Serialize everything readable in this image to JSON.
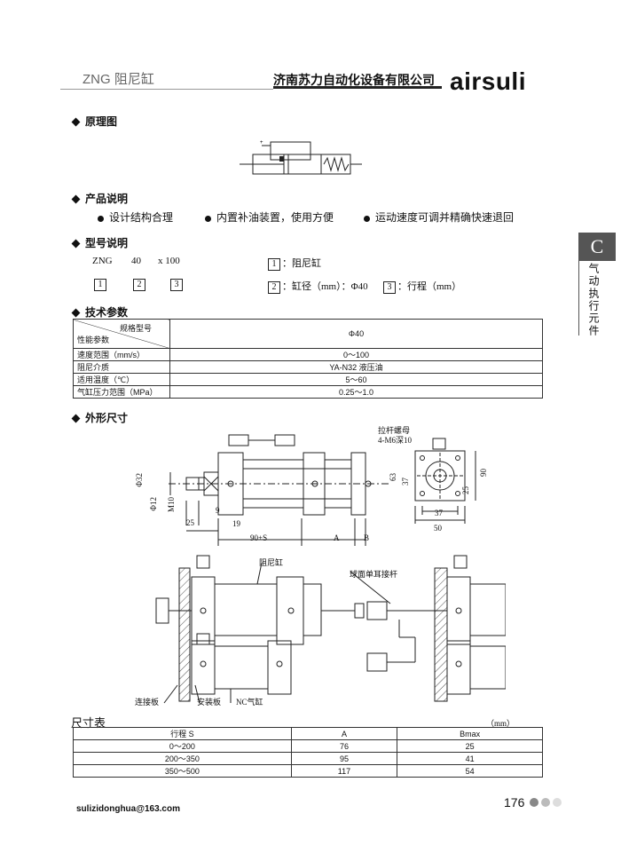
{
  "header": {
    "series": "ZNG 阻尼缸",
    "company": "济南苏力自动化设备有限公司",
    "brand": "airsuli"
  },
  "sections": {
    "principle": "原理图",
    "description": "产品说明",
    "model": "型号说明",
    "tech": "技术参数",
    "outline": "外形尺寸"
  },
  "features": [
    "设计结构合理",
    "内置补油装置，使用方便",
    "运动速度可调并精确快速退回"
  ],
  "model_code": {
    "prefix": "ZNG",
    "bore": "40",
    "stroke": "x 100",
    "box1": "1",
    "box2": "2",
    "box3": "3",
    "legend1": "：阻尼缸",
    "legend2": "：缸径（mm）：Φ40",
    "legend3": "：行程（mm）"
  },
  "side_tab": {
    "letter": "C",
    "text": "气动执行元件"
  },
  "spec_table": {
    "corner_top": "规格型号",
    "corner_bottom": "性能参数",
    "model_value": "Φ40",
    "rows": [
      {
        "label": "速度范围（mm/s）",
        "value": "0～100"
      },
      {
        "label": "阻尼介质",
        "value": "YA-N32 液压油"
      },
      {
        "label": "适用温度（℃）",
        "value": "5～60"
      },
      {
        "label": "气缸压力范围（MPa）",
        "value": "0.25～1.0"
      }
    ]
  },
  "drawing": {
    "dim_phi32": "Φ32",
    "dim_phi12": "Φ12",
    "dim_m10": "M10",
    "dim_9": "9",
    "dim_25": "25",
    "dim_19": "19",
    "dim_90s": "90+S",
    "dim_a": "A",
    "dim_b": "B",
    "rod_thread": "拉杆螺母",
    "thread_spec": "4-M6深10",
    "dim_63": "63",
    "dim_37v": "37",
    "dim_25v": "25",
    "dim_90": "90",
    "dim_37h": "37",
    "dim_50": "50",
    "label_damper": "阻尼缸",
    "label_joint": "球面单耳接杆",
    "label_connect": "连接板",
    "label_mount": "安装板",
    "label_nc": "NC气缸"
  },
  "dim_table": {
    "title": "尺寸表",
    "unit": "（mm）",
    "headers": [
      "行程 S",
      "A",
      "Bmax"
    ],
    "rows": [
      [
        "0～200",
        "76",
        "25"
      ],
      [
        "200～350",
        "95",
        "41"
      ],
      [
        "350～500",
        "117",
        "54"
      ]
    ]
  },
  "footer": {
    "email": "sulizidonghua@163.com",
    "page": "176"
  }
}
